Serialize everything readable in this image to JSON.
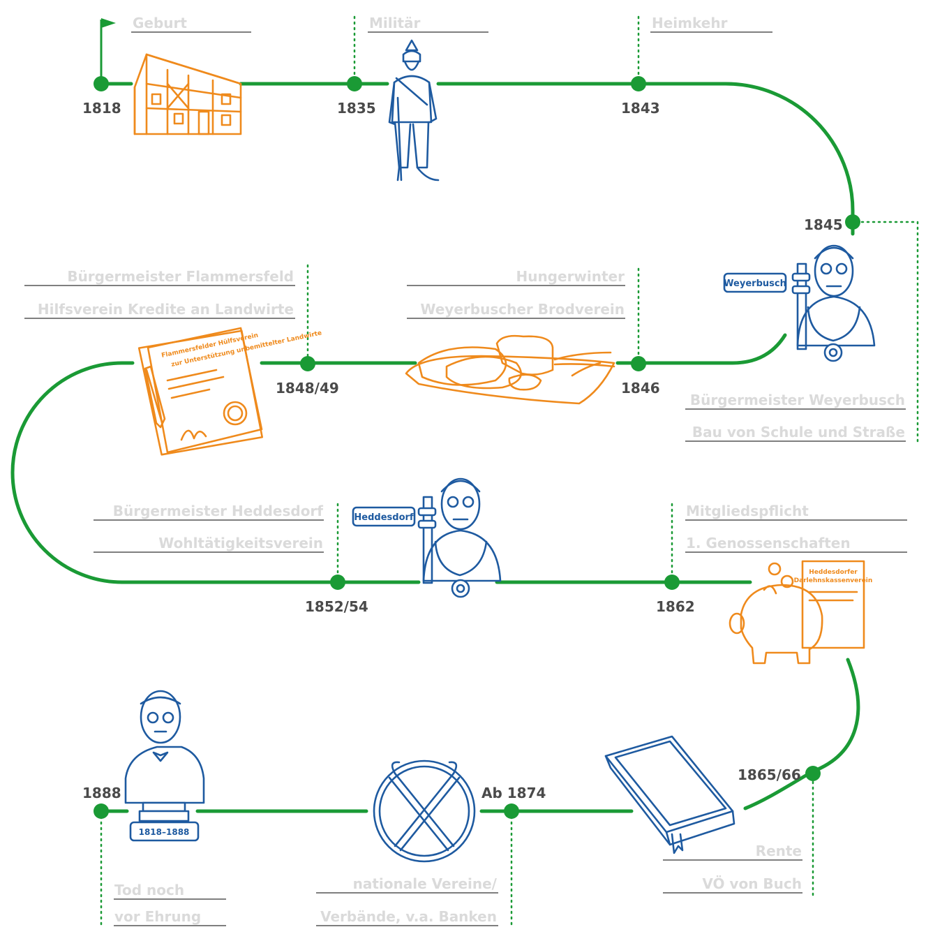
{
  "colors": {
    "track": "#1a9a35",
    "illustration_orange": "#ef8a1c",
    "illustration_blue": "#1e5aa0",
    "year_text": "#4a4a4a",
    "label_text": "#dadada"
  },
  "events": [
    {
      "year": "1818",
      "labels": [
        "Geburt"
      ],
      "icon": "half-timbered-house-icon"
    },
    {
      "year": "1835",
      "labels": [
        "Militär"
      ],
      "icon": "soldier-icon"
    },
    {
      "year": "1843",
      "labels": [
        "Heimkehr"
      ],
      "icon": ""
    },
    {
      "year": "1845",
      "labels": [
        "Bürgermeister Weyerbusch",
        "Bau von Schule und Straße"
      ],
      "icon": "mayor-bust-icon",
      "sign": "Weyerbusch"
    },
    {
      "year": "1846",
      "labels": [
        "Hungerwinter",
        "Weyerbuscher Brodverein"
      ],
      "icon": "bread-icon"
    },
    {
      "year": "1848/49",
      "labels": [
        "Bürgermeister Flammersfeld",
        "Hilfsverein Kredite an Landwirte"
      ],
      "icon": "document-icon",
      "doc_title": "Flammersfelder Hülfsverein",
      "doc_subtitle": "zur Unterstützung unbemittelter Landwirte"
    },
    {
      "year": "1852/54",
      "labels": [
        "Bürgermeister Heddesdorf",
        "Wohltätigkeitsverein"
      ],
      "icon": "mayor-bust-icon",
      "sign": "Heddesdorf"
    },
    {
      "year": "1862",
      "labels": [
        "Mitgliedspflicht",
        "1. Genossenschaften"
      ],
      "icon": "piggy-bank-icon",
      "doc_title": "Heddesdorfer",
      "doc_subtitle": "Darlehnskassenverein"
    },
    {
      "year": "1865/66",
      "labels": [
        "Rente",
        "VÖ von Buch"
      ],
      "icon": "book-icon"
    },
    {
      "year": "Ab 1874",
      "labels": [
        "nationale Vereine/",
        "Verbände, v.a. Banken"
      ],
      "icon": "crossed-gable-logo-icon"
    },
    {
      "year": "1888",
      "labels": [
        "Tod noch",
        "vor Ehrung"
      ],
      "icon": "memorial-bust-icon",
      "plaque": "1818–1888"
    }
  ]
}
